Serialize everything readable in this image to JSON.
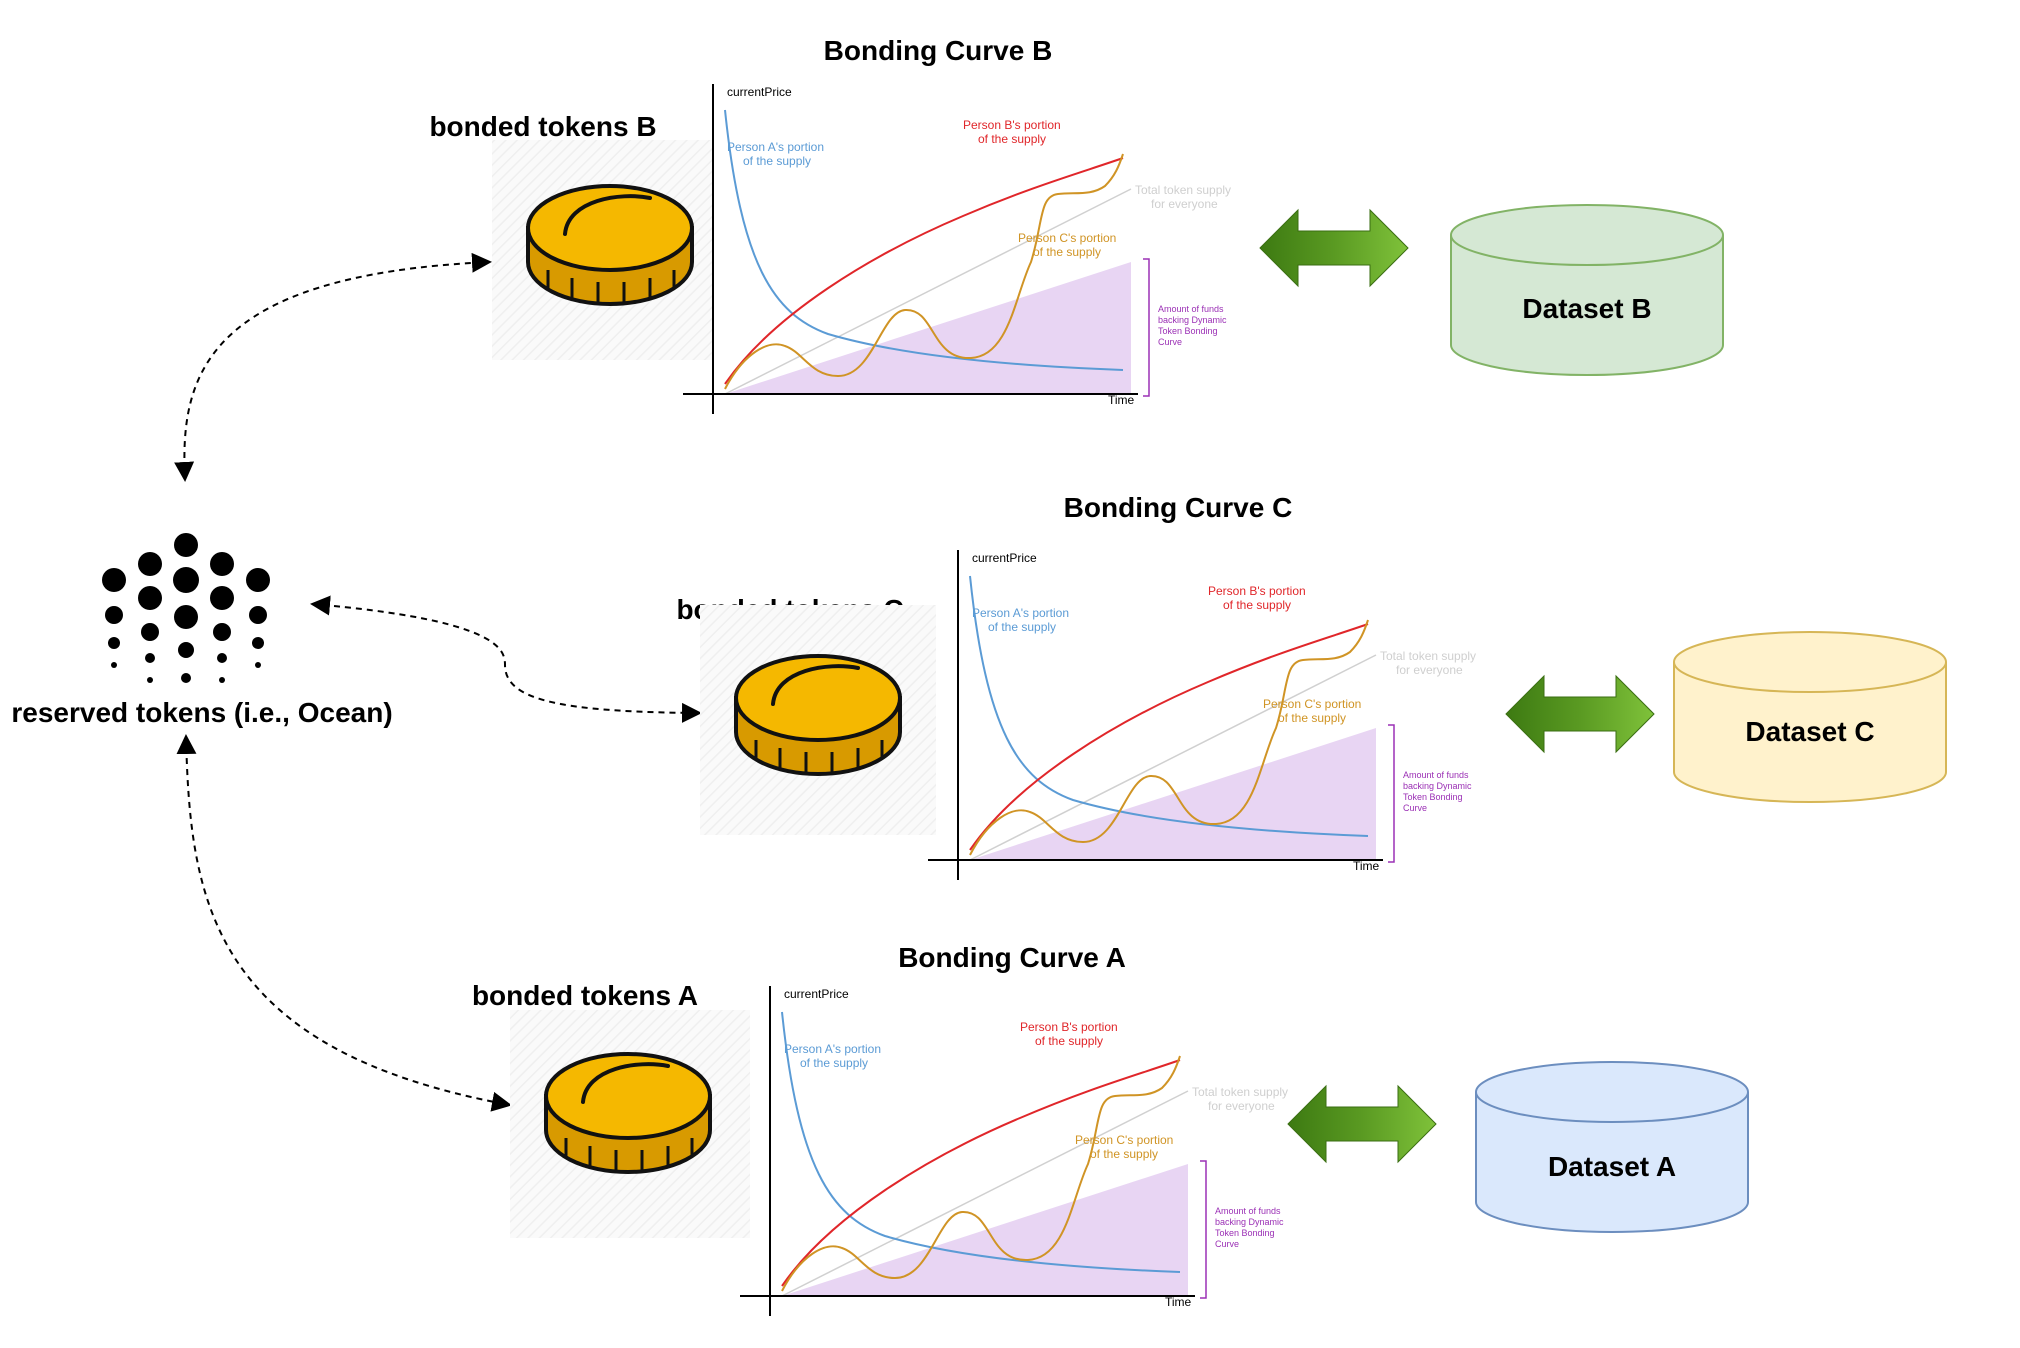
{
  "reserve": {
    "label": "reserved tokens (i.e., Ocean)",
    "icon": "ocean-protocol-logo-icon"
  },
  "panels": [
    {
      "key": "b",
      "title": "Bonding Curve B",
      "token_label": "bonded tokens B",
      "dataset_label": "Dataset B",
      "dataset_fill": "#d5e8d4",
      "dataset_stroke": "#82b366"
    },
    {
      "key": "c",
      "title": "Bonding Curve C",
      "token_label": "bonded tokens C",
      "dataset_label": "Dataset C",
      "dataset_fill": "#fff2cc",
      "dataset_stroke": "#d6b656"
    },
    {
      "key": "a",
      "title": "Bonding Curve A",
      "token_label": "bonded tokens A",
      "dataset_label": "Dataset A",
      "dataset_fill": "#dae8fc",
      "dataset_stroke": "#6c8ebf"
    }
  ],
  "chart_labels": {
    "y_axis": "currentPrice",
    "x_axis": "Time",
    "person_a": [
      "Person A's portion",
      "of the supply"
    ],
    "person_b": [
      "Person B's portion",
      "of the supply"
    ],
    "person_c": [
      "Person C's portion",
      "of the supply"
    ],
    "total": [
      "Total token supply",
      "for everyone"
    ],
    "funds": [
      "Amount of funds",
      "backing Dynamic",
      "Token Bonding",
      "Curve"
    ]
  },
  "colors": {
    "person_a": "#5b9bd5",
    "person_b": "#e0262a",
    "person_c": "#d09425",
    "total": "#cfcfcf",
    "funds_fill": "#e8d5f3",
    "funds_text": "#9b30b5",
    "coin": "#f5b800",
    "arrow_green": "#4e8a1c"
  },
  "icons": {
    "coin": "coin-icon",
    "double_arrow": "double-arrow-icon",
    "dataset": "database-icon"
  }
}
